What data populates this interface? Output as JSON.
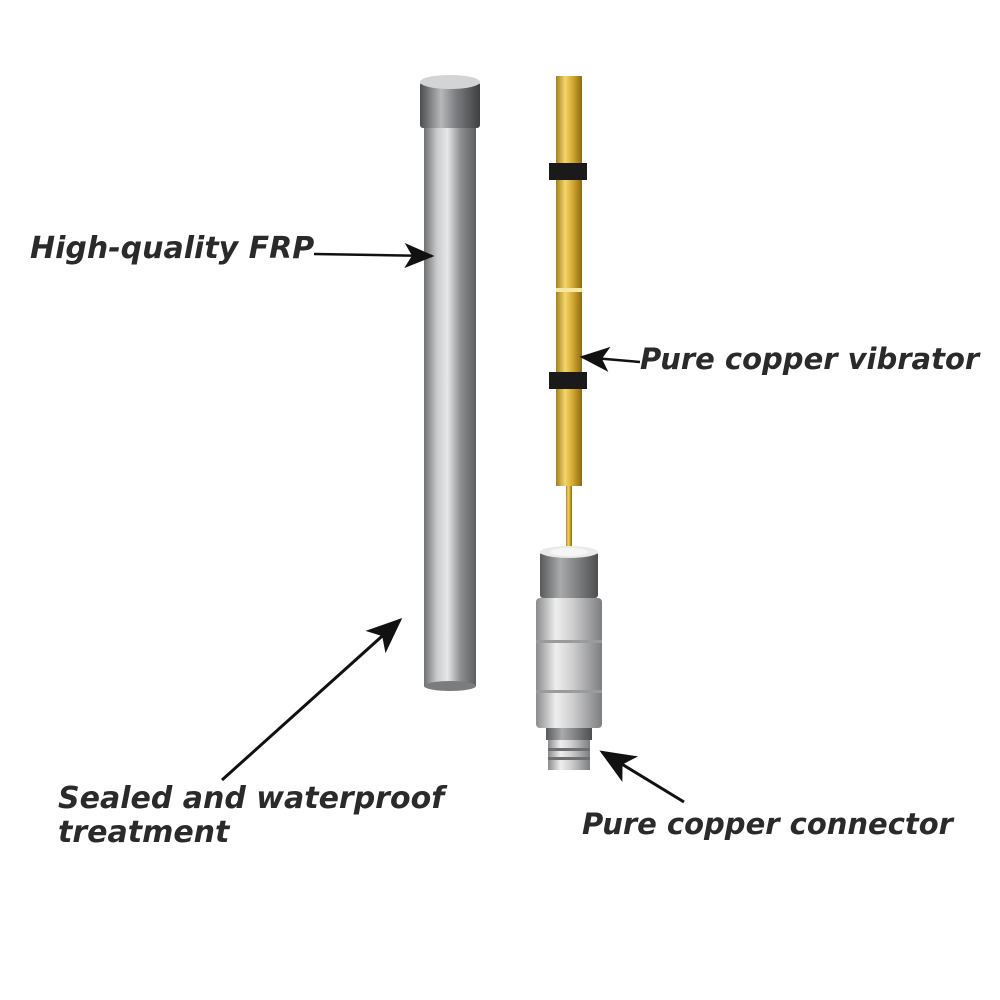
{
  "labels": {
    "frp": "High-quality FRP",
    "vibrator": "Pure copper vibrator",
    "sealed_line1": "Sealed and waterproof",
    "sealed_line2": "treatment",
    "connector": "Pure copper connector"
  },
  "colors": {
    "label_text": "#2a2a2a",
    "arrow": "#111111",
    "frp_tube": "#9ea0a2",
    "copper": "#d9b038",
    "connector": "#c8c8c8"
  }
}
